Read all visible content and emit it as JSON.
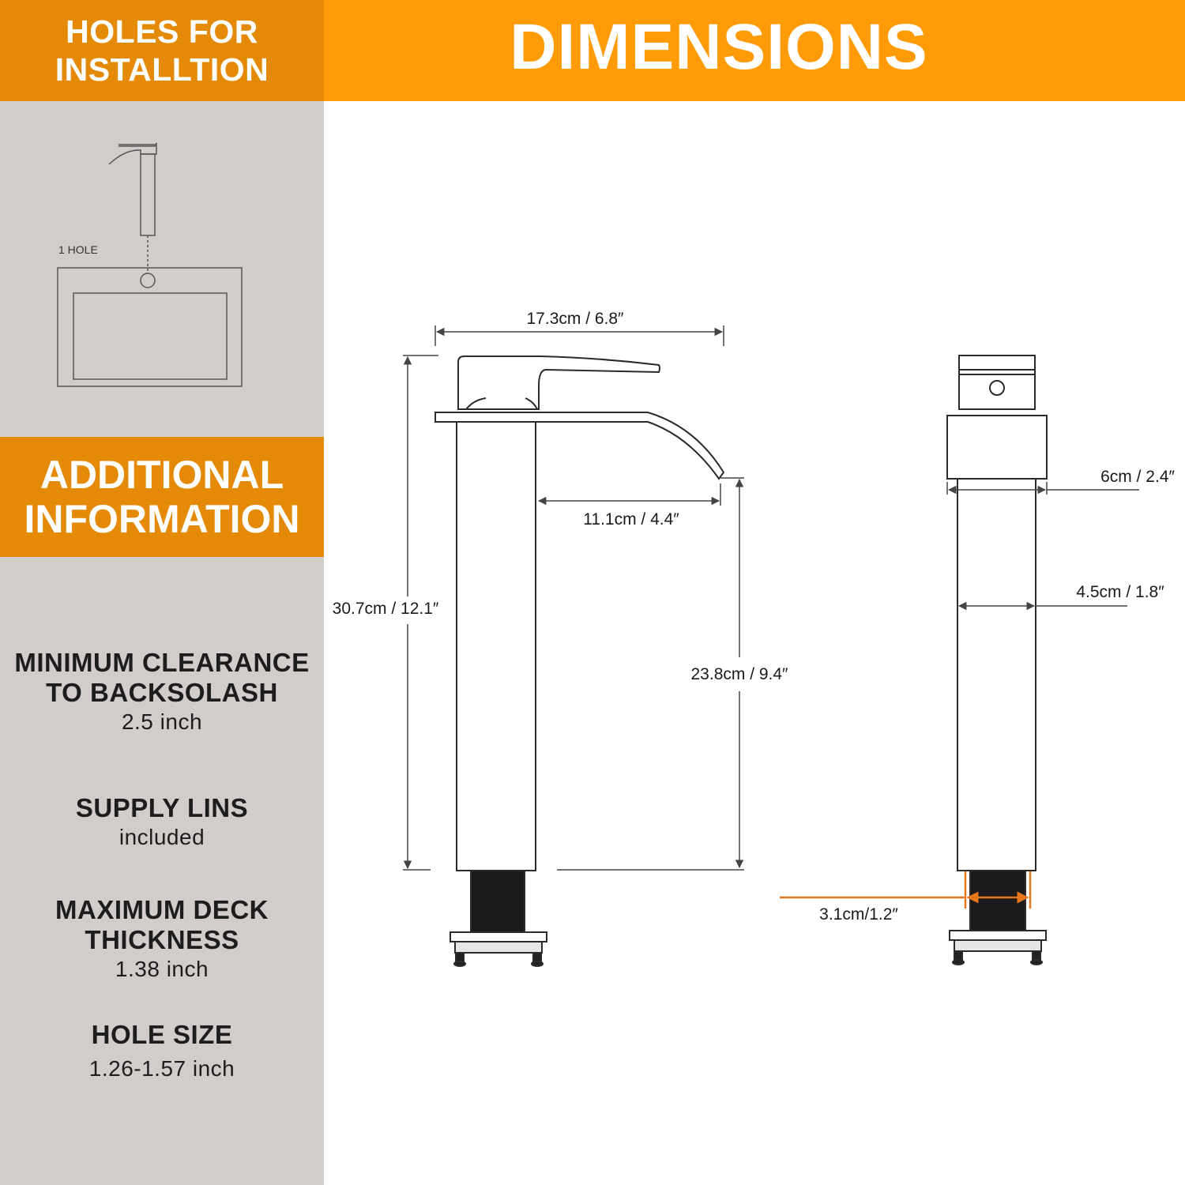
{
  "header": {
    "left_title": "HOLES FOR INSTALLTION",
    "main_title": "DIMENSIONS"
  },
  "install_diagram": {
    "hole_label": "1 HOLE"
  },
  "additional_info": {
    "title": "ADDITIONAL INFORMATION",
    "items": [
      {
        "title": "MINIMUM CLEARANCE TO BACKSOLASH",
        "value": "2.5 inch"
      },
      {
        "title": "SUPPLY LINS",
        "value": "included"
      },
      {
        "title": "MAXIMUM DECK THICKNESS",
        "value": "1.38 inch"
      },
      {
        "title": "HOLE SIZE",
        "value": "1.26-1.57 inch"
      }
    ]
  },
  "dimensions": {
    "total_width": "17.3cm / 6.8″",
    "spout_reach": "11.1cm / 4.4″",
    "total_height": "30.7cm / 12.1″",
    "spout_height": "23.8cm / 9.4″",
    "base_width": "6cm / 2.4″",
    "body_width": "4.5cm / 1.8″",
    "shank_diameter": "3.1cm/1.2″"
  },
  "colors": {
    "accent_dark": "#e48a06",
    "accent_bright": "#ff9b06",
    "sidebar_bg": "#d2cccb"
  }
}
